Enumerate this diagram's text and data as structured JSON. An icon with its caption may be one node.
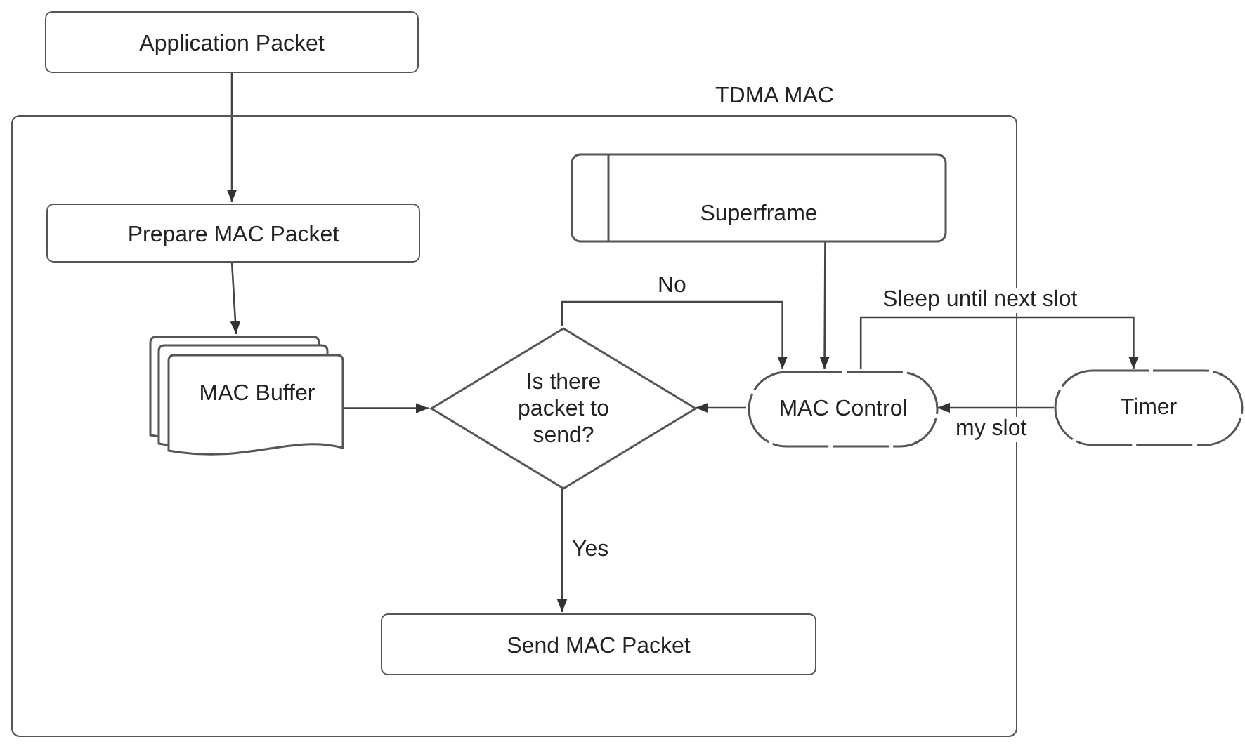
{
  "diagram": {
    "nodes": [
      {
        "text": [
          "Application Packet"
        ]
      },
      {
        "text": [
          "TDMA MAC"
        ]
      },
      {
        "text": [
          "Prepare MAC Packet"
        ],
        "in": 1
      },
      {
        "text": [
          "MAC Buffer"
        ],
        "in": 1
      },
      {
        "text": [
          "Superframe"
        ],
        "in": 1
      },
      {
        "text": [
          "Is there packet to send?"
        ],
        "in": 1
      },
      {
        "text": [
          "MAC Control"
        ],
        "in": 1
      },
      {
        "text": [
          "Timer"
        ]
      },
      {
        "text": [
          "Send MAC Packet"
        ],
        "in": 1
      }
    ],
    "edges": [
      {
        "from": 0,
        "to": 2,
        "arrow": "to"
      },
      {
        "from": 2,
        "to": 3,
        "arrow": "to"
      },
      {
        "from": 3,
        "to": 5,
        "arrow": "to"
      },
      {
        "from": 6,
        "to": 5,
        "arrow": "to"
      },
      {
        "from": 5,
        "to": 6,
        "label": "No",
        "arrow": "to"
      },
      {
        "from": 4,
        "to": 6,
        "arrow": "to"
      },
      {
        "from": 6,
        "to": 7,
        "label": "Sleep until next slot",
        "arrow": "to"
      },
      {
        "from": 7,
        "to": 6,
        "label": "my slot",
        "arrow": "to"
      },
      {
        "from": 5,
        "to": 8,
        "label": "Yes",
        "arrow": "to"
      }
    ]
  }
}
